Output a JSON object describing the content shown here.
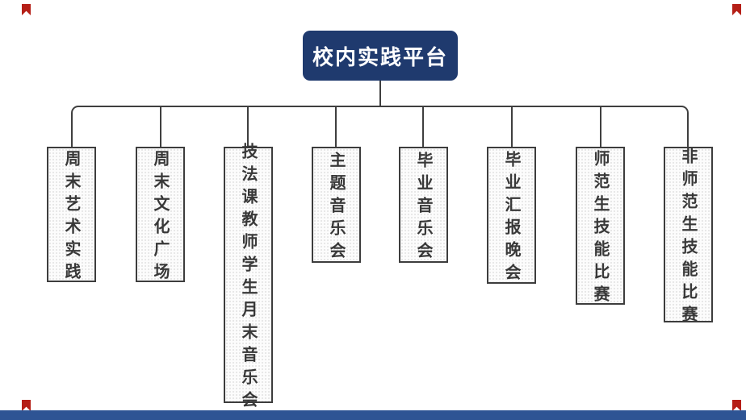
{
  "diagram": {
    "root": {
      "label": "校内实践平台"
    },
    "children": [
      {
        "label": "周末艺术实践"
      },
      {
        "label": "周末文化广场"
      },
      {
        "label": "技法课教师学生月末音乐会"
      },
      {
        "label": "主题音乐会"
      },
      {
        "label": "毕业音乐会"
      },
      {
        "label": "毕业汇报晚会"
      },
      {
        "label": "师范生技能比赛"
      },
      {
        "label": "非师范生技能比赛"
      }
    ]
  },
  "colors": {
    "root_fill": "#1f3a6e",
    "root_text": "#ffffff",
    "connector": "#3f3f3f",
    "child_border": "#3d3d3d",
    "child_fill": "#fcfcfc",
    "child_text": "#383838",
    "footer_bar": "#2e5494",
    "corner_mark": "#b51f17"
  }
}
